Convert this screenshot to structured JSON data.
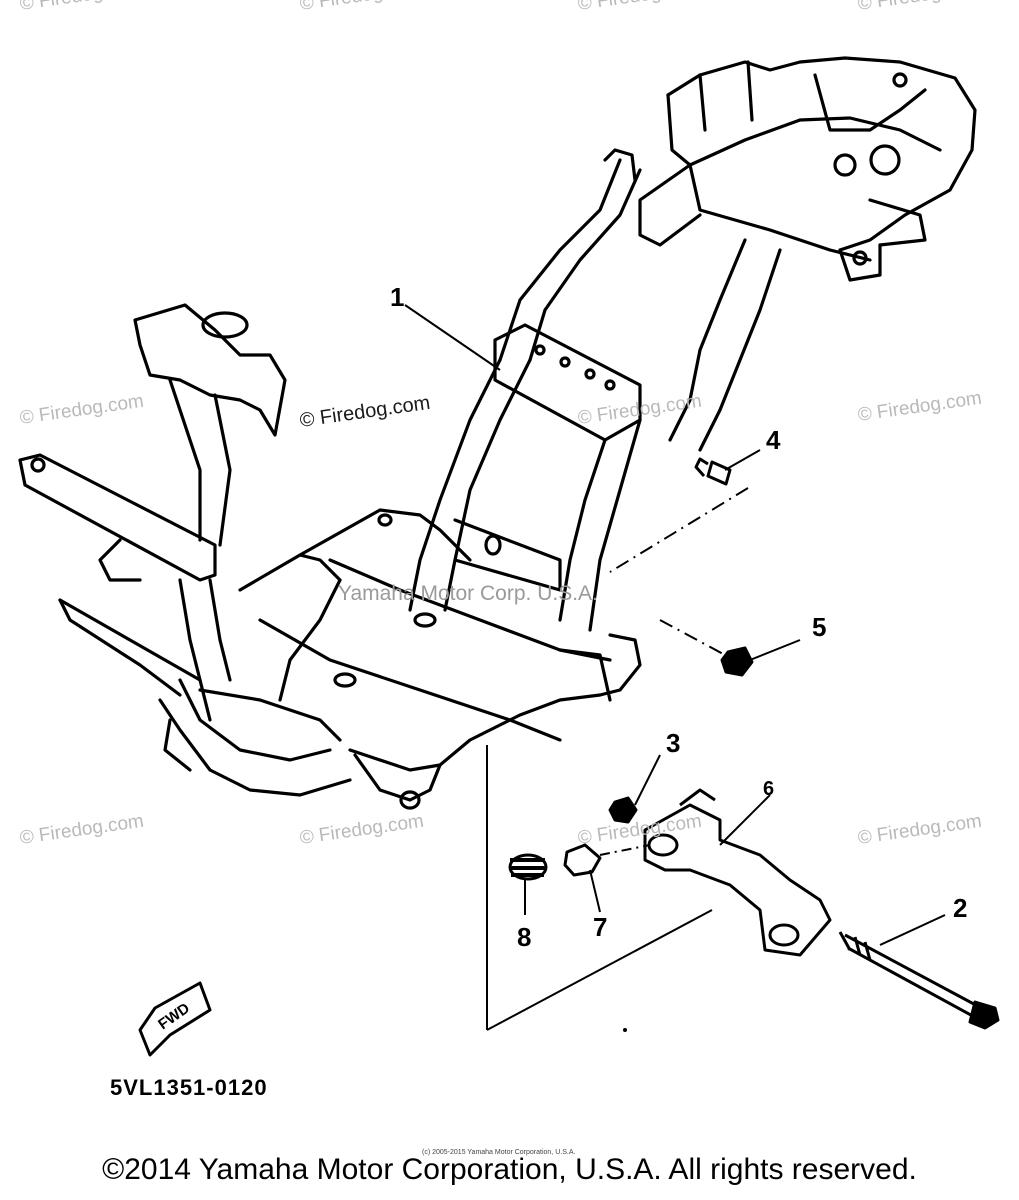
{
  "watermarks": {
    "text": "© Firedog.com",
    "top_row": [
      "© Firedog.com",
      "© Firedog.com",
      "© Firedog.com",
      "© Firedog.com"
    ],
    "middle_row": [
      "© Firedog.com",
      "© Firedog.com",
      "© Firedog.com",
      "© Firedog.com"
    ],
    "lower_row": [
      "© Firedog.com",
      "© Firedog.com",
      "© Firedog.com",
      "© Firedog.com"
    ],
    "center": "Yamaha Motor Corp. U.S.A."
  },
  "callouts": {
    "part_1": "1",
    "part_2": "2",
    "part_3": "3",
    "part_4": "4",
    "part_5": "5",
    "part_6": "6",
    "part_7": "7",
    "part_8": "8"
  },
  "fwd_label": "FWD",
  "diagram_code": "5VL1351-0120",
  "tiny_copyright": "(c) 2005-2015 Yamaha Motor Corporation, U.S.A.",
  "footer_copyright": "©2014 Yamaha Motor Corporation, U.S.A. All rights reserved.",
  "colors": {
    "line": "#000000",
    "watermark": "#b9b9b9",
    "background": "#ffffff"
  }
}
